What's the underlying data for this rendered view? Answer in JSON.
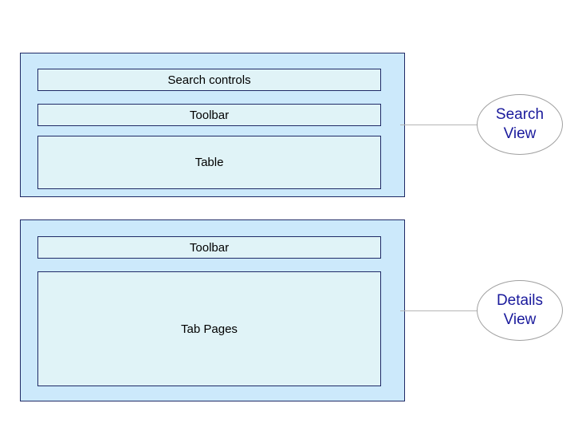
{
  "search_view": {
    "label": "Search\nView",
    "search_controls": "Search controls",
    "toolbar": "Toolbar",
    "table": "Table"
  },
  "details_view": {
    "label": "Details\nView",
    "toolbar": "Toolbar",
    "tab_pages": "Tab Pages"
  },
  "colors": {
    "outer_fill": "#cce9fb",
    "inner_fill": "#e0f3f7",
    "border": "#1f2a66",
    "ellipse_text": "#1a1a9c",
    "connector": "#b5b5b5"
  }
}
